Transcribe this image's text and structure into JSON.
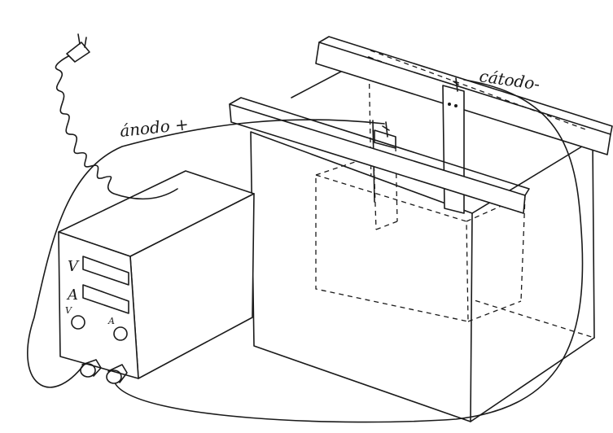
{
  "labels": {
    "anode": "ánodo +",
    "cathode": "cátodo-",
    "meter_voltage": "V",
    "meter_current": "A",
    "knob_voltage": "V",
    "knob_current": "A"
  }
}
